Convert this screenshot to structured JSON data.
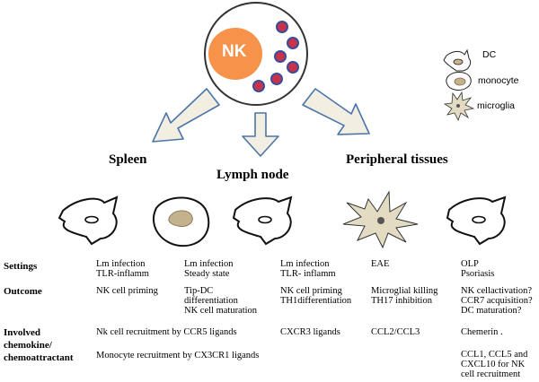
{
  "center_cell": {
    "label": "NK"
  },
  "legend": {
    "items": [
      {
        "label": "DC"
      },
      {
        "label": "monocyte"
      },
      {
        "label": "microglia"
      }
    ]
  },
  "regions": {
    "spleen": "Spleen",
    "lymph_node": "Lymph node",
    "peripheral": "Peripheral tissues"
  },
  "rows": {
    "settings": "Settings",
    "outcome": "Outcome",
    "involved": [
      "Involved",
      "chemokine/",
      "chemoattractant"
    ]
  },
  "columns": [
    {
      "settings": [
        "Lm infection",
        "TLR-inflamm"
      ],
      "outcome": [
        "NK cell priming"
      ]
    },
    {
      "settings": [
        "Lm infection",
        "Steady state"
      ],
      "outcome": [
        "Tip-DC",
        "differentiation",
        "NK cell maturation"
      ]
    },
    {
      "settings": [
        "Lm infection",
        "TLR- inflamm"
      ],
      "outcome": [
        "NK cell priming",
        "TH1differentiation"
      ],
      "involved": [
        "CXCR3 ligands"
      ]
    },
    {
      "settings": [
        "EAE"
      ],
      "outcome": [
        "Microglial killing",
        "TH17 inhibition"
      ],
      "involved": [
        "CCL2/CCL3"
      ]
    },
    {
      "settings": [
        "OLP",
        "Psoriasis"
      ],
      "outcome": [
        "NK cellactivation?",
        "CCR7 acquisition?",
        "DC maturation?"
      ],
      "involved": [
        "Chemerin ."
      ],
      "involved_extra": [
        "CCL1, CCL5 and",
        "CXCL10 for NK",
        "cell recruitment"
      ]
    }
  ],
  "spleen_involved": [
    "Nk cell recruitment by CCR5 ligands",
    "Monocyte recruitment by CX3CR1 ligands"
  ],
  "colors": {
    "nucleus": "#f7924a",
    "granule_fill": "#c8324a",
    "granule_ring": "#3b4d9a",
    "arrow_fill": "#f2efe2",
    "arrow_stroke": "#4b74a8",
    "dc_nucleus": "#c9b48a",
    "monocyte_nucleus": "#c4b18e",
    "microglia_fill": "#e4dcc2"
  }
}
